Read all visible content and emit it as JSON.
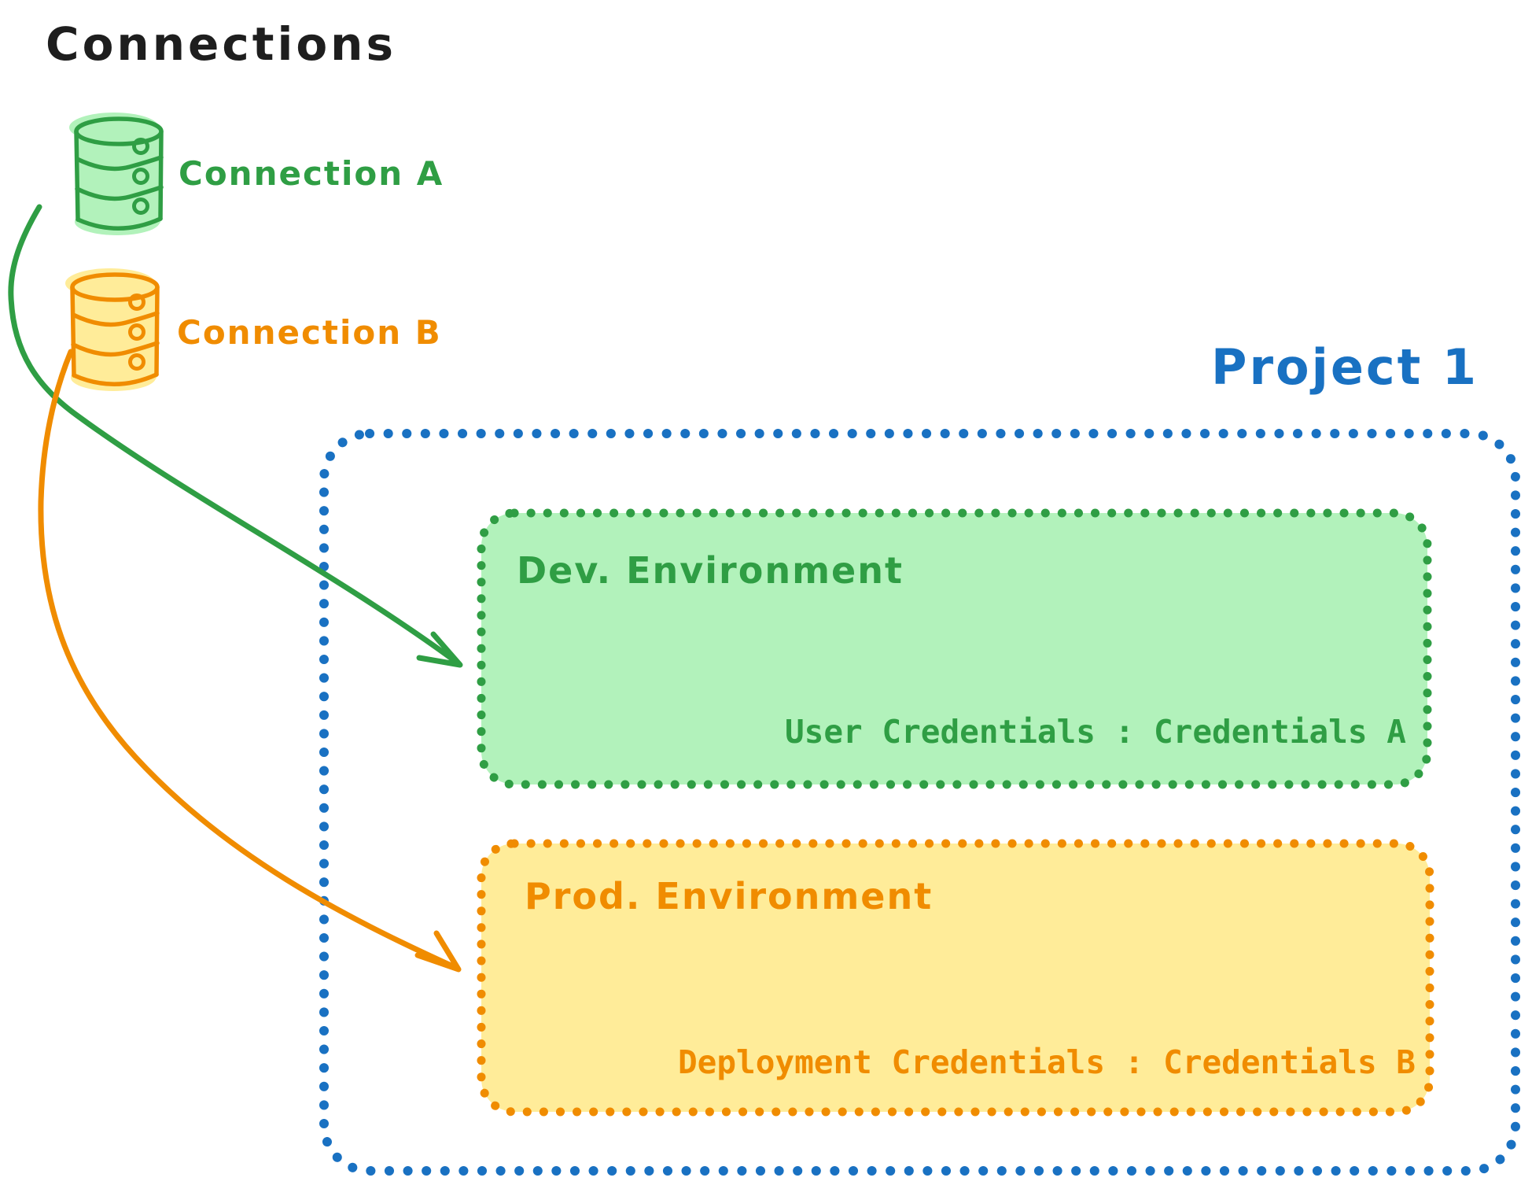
{
  "title": "Connections",
  "colors": {
    "green_stroke": "#2f9e44",
    "green_fill": "#b2f2bb",
    "orange_stroke": "#f08c00",
    "orange_fill": "#ffec99",
    "blue_stroke": "#1971c2",
    "ink": "#1e1e1e"
  },
  "connections": [
    {
      "label": "Connection A",
      "icon": "database-icon",
      "color": "#2f9e44"
    },
    {
      "label": "Connection B",
      "icon": "database-icon",
      "color": "#f08c00"
    }
  ],
  "project": {
    "title": "Project 1",
    "environments": [
      {
        "name": "Dev. Environment",
        "credentials": "User Credentials : Credentials A"
      },
      {
        "name": "Prod. Environment",
        "credentials": "Deployment Credentials : Credentials B"
      }
    ]
  }
}
